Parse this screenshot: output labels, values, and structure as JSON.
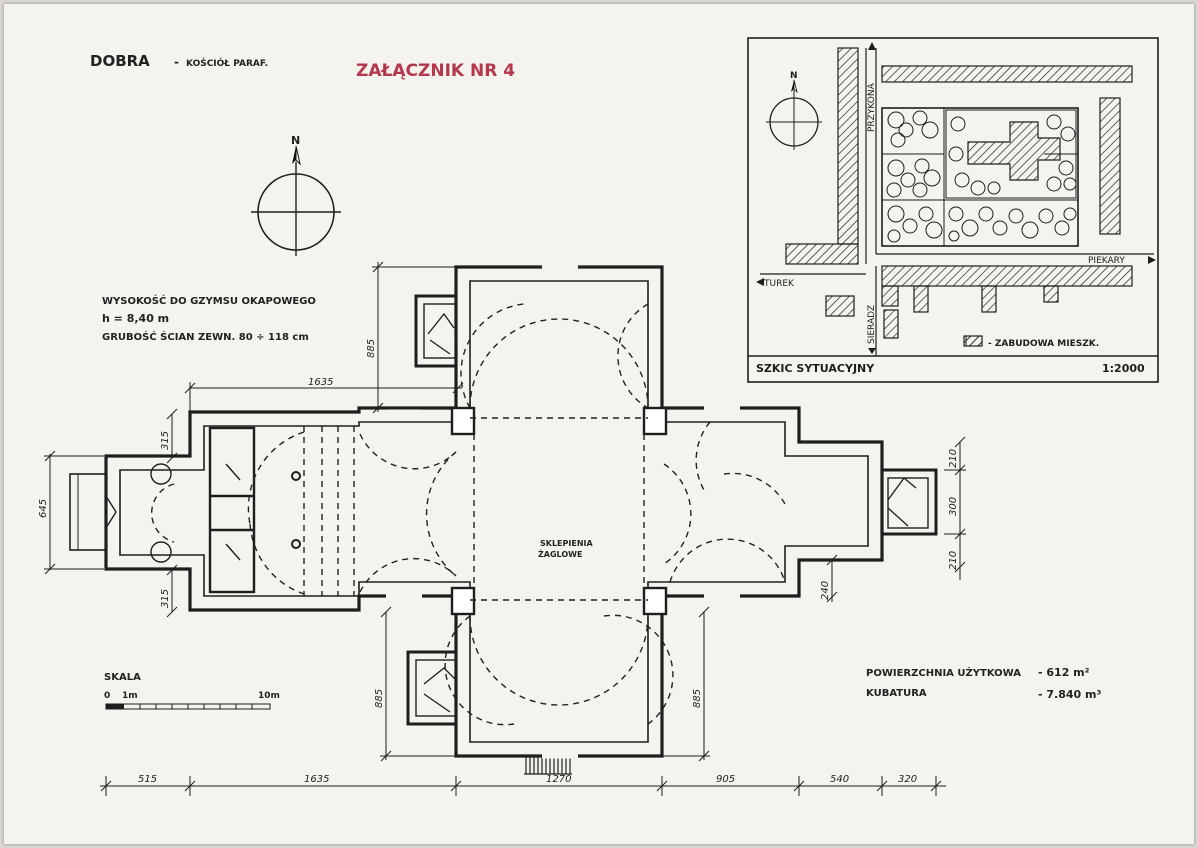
{
  "header": {
    "place": "DOBRA",
    "separator": "-",
    "object": "KOŚCIÓŁ PARAF.",
    "attachment": "ZAŁĄCZNIK NR 4"
  },
  "compass_label": "N",
  "specs": {
    "height_label": "WYSOKOŚĆ DO GZYMSU OKAPOWEGO",
    "height_value": "h = 8,40 m",
    "walls": "GRUBOŚĆ ŚCIAN ZEWN. 80 ÷ 118 cm"
  },
  "vault_label_1": "SKLEPIENIA",
  "vault_label_2": "ŻAGLOWE",
  "dimensions": {
    "d1635_top": "1635",
    "d885_top": "885",
    "d315_top": "315",
    "d645": "645",
    "d315_bottom": "315",
    "d885_bl": "885",
    "d885_br": "885",
    "d240": "240",
    "d210_top": "210",
    "d300": "300",
    "d210_bottom": "210",
    "bottom": [
      "515",
      "1635",
      "1270",
      "905",
      "540",
      "320"
    ]
  },
  "scale": {
    "title": "SKALA",
    "zero": "0",
    "one": "1m",
    "ten": "10m"
  },
  "area": {
    "usable_label": "POWIERZCHNIA UŻYTKOWA",
    "usable_value": "- 612 m²",
    "volume_label": "KUBATURA",
    "volume_value": "- 7.840 m³"
  },
  "site": {
    "streets": {
      "pszczyna": "PRZYKONA",
      "piekary": "PIEKARY",
      "turek": "TUREK",
      "sieradz": "SIERADZ"
    },
    "legend": "- ZABUDOWA MIESZK.",
    "title": "SZKIC SYTUACYJNY",
    "scale": "1:2000",
    "compass": "N"
  }
}
